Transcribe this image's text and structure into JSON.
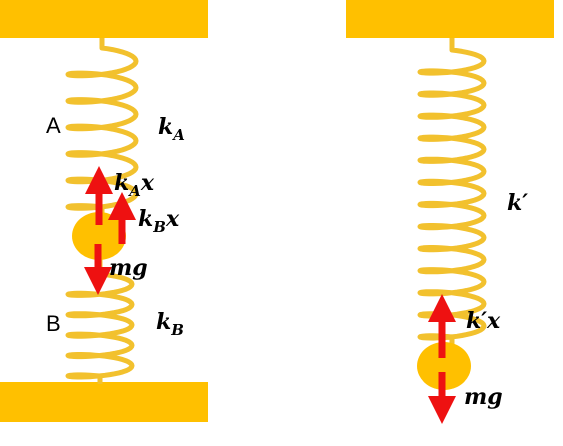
{
  "colors": {
    "wall": "#FFC000",
    "spring": "#F2C12E",
    "mass": "#FFC000",
    "arrow": "#EE1111",
    "text": "#000000"
  },
  "left_system": {
    "spring_a_label": "A",
    "spring_a_constant": {
      "base": "k",
      "sub": "A"
    },
    "spring_b_label": "B",
    "spring_b_constant": {
      "base": "k",
      "sub": "B"
    },
    "force_a": {
      "base": "k",
      "sub": "A",
      "tail": "x"
    },
    "force_b": {
      "base": "k",
      "sub": "B",
      "tail": "x"
    },
    "weight": "mg"
  },
  "right_system": {
    "spring_constant": "k′",
    "spring_force": "k′x",
    "weight": "mg"
  }
}
